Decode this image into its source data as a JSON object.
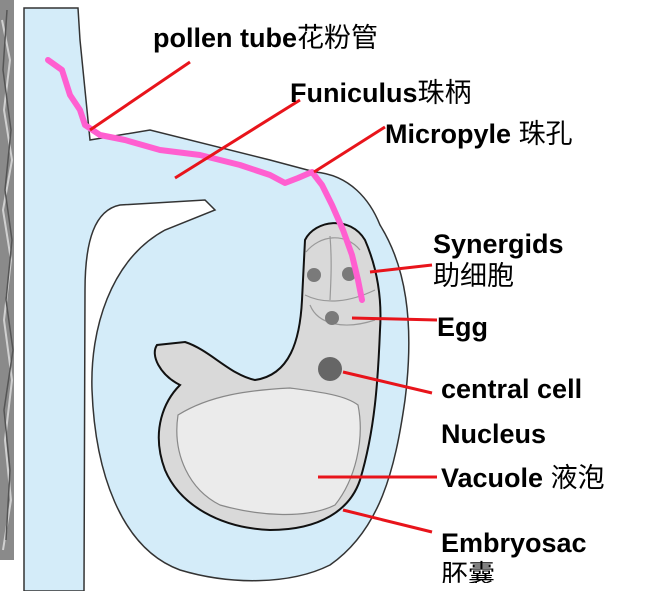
{
  "labels": {
    "pollen_tube": {
      "en": "pollen tube",
      "cn": "花粉管"
    },
    "funiculus": {
      "en": "Funiculus",
      "cn": "珠柄"
    },
    "micropyle": {
      "en": "Micropyle",
      "cn": "珠孔"
    },
    "synergids": {
      "en": "Synergids",
      "cn": "助细胞"
    },
    "egg": {
      "en": "Egg"
    },
    "central_cell": {
      "en": "central cell"
    },
    "nucleus": {
      "en": "Nucleus"
    },
    "vacuole": {
      "en": "Vacuole",
      "cn": "液泡"
    },
    "embryosac": {
      "en": "Embryosac",
      "cn": "胚囊"
    }
  },
  "colors": {
    "integument": "#d4ecf9",
    "embryo_sac": "#d9d9d9",
    "vacuole": "#ebebeb",
    "pollen_tube": "#ff5fd0",
    "leader": "#e8141b",
    "nucleus_dot": "#7a7a7a",
    "central_nucleus": "#666666"
  }
}
